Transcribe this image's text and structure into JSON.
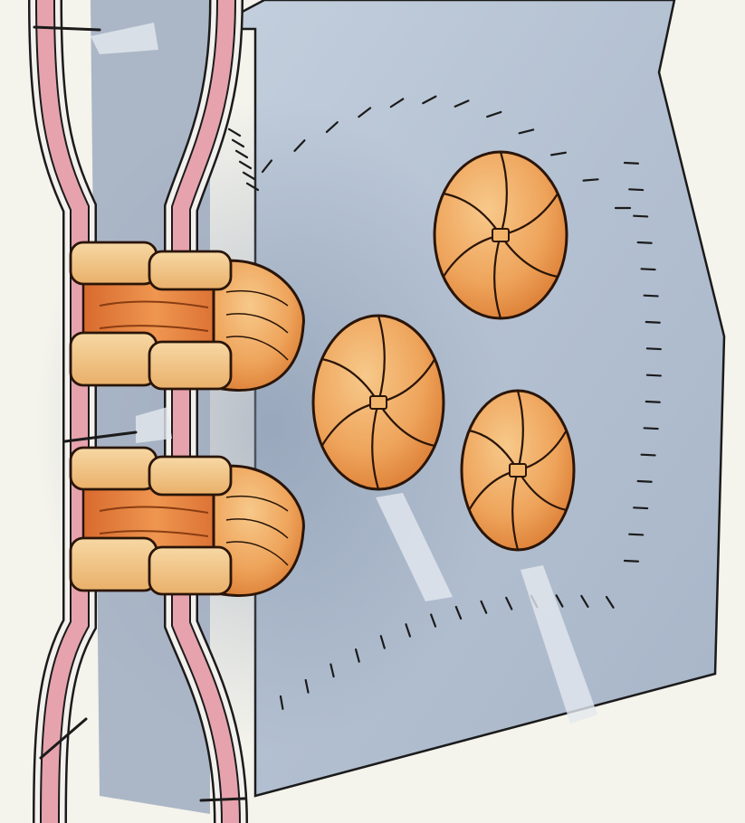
{
  "figure": {
    "subject": "gap-junction-illustration",
    "connexon_count_in_membrane": 3,
    "junction_channel_count": 2,
    "leader_line_count": 4,
    "colors": {
      "background": "#f4f3ec",
      "membrane_face": "#b7c3d3",
      "membrane_shadow": "#8f9eb4",
      "membrane_outline": "#1b1b1b",
      "bilayer_core": "#e6a3ad",
      "bilayer_edge": "#f3f1ee",
      "protein_light": "#f2b56b",
      "protein_dark": "#d9772f",
      "protein_outline": "#2a1508",
      "collar": "#f3c98a",
      "ion_flow": "#e3e8ef"
    }
  }
}
